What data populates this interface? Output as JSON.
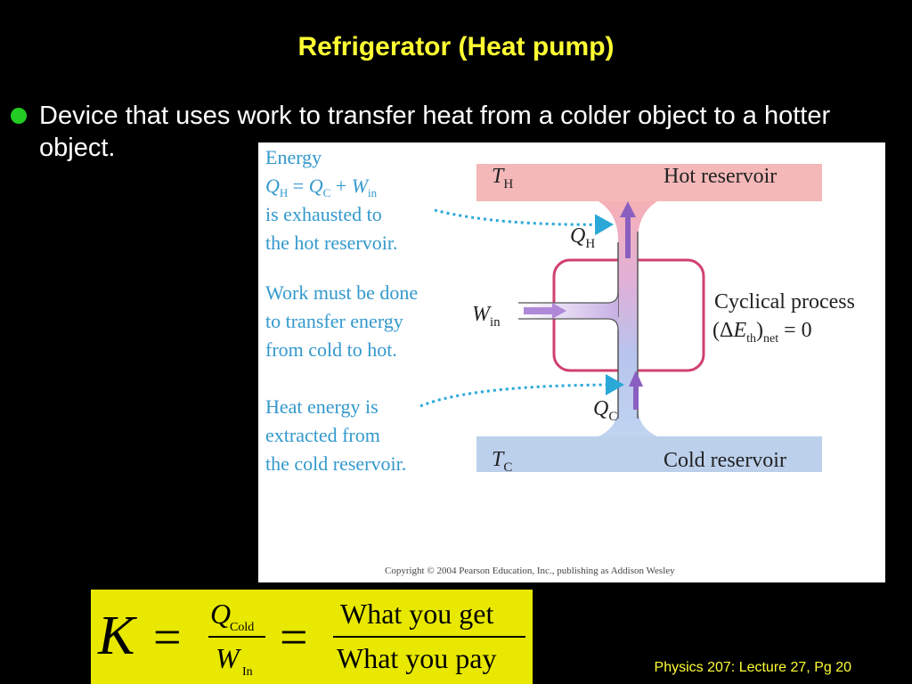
{
  "slide": {
    "title": "Refrigerator (Heat pump)",
    "bullet": "Device that uses work to transfer heat from a colder object to a hotter object.",
    "footer": "Physics 207: Lecture 27, Pg 20"
  },
  "figure": {
    "energy_note": {
      "line1": "Energy",
      "line3": "is exhausted to",
      "line4": "the hot reservoir."
    },
    "work_note": [
      "Work must be done",
      "to transfer energy",
      "from cold to hot."
    ],
    "heat_note": [
      "Heat energy is",
      "extracted from",
      "the cold reservoir."
    ],
    "hot_reservoir": "Hot reservoir",
    "cold_reservoir": "Cold reservoir",
    "cyclical_process": "Cyclical process",
    "equation_rhs": " = 0",
    "copyright": "Copyright © 2004 Pearson Education, Inc., publishing as Addison Wesley",
    "colors": {
      "note_text": "#3399cc",
      "loop": "#d04070",
      "hot_band": "#f4b8b8",
      "cold_band": "#bcd0ec",
      "arrow": "#8a5fc0"
    }
  },
  "formula": {
    "K": "K",
    "equals": "=",
    "Q": "Q",
    "Q_sub": "Cold",
    "W": "W",
    "W_sub": "In",
    "numerator_text": "What you get",
    "denominator_text": "What you pay",
    "background": "#e8e800"
  }
}
